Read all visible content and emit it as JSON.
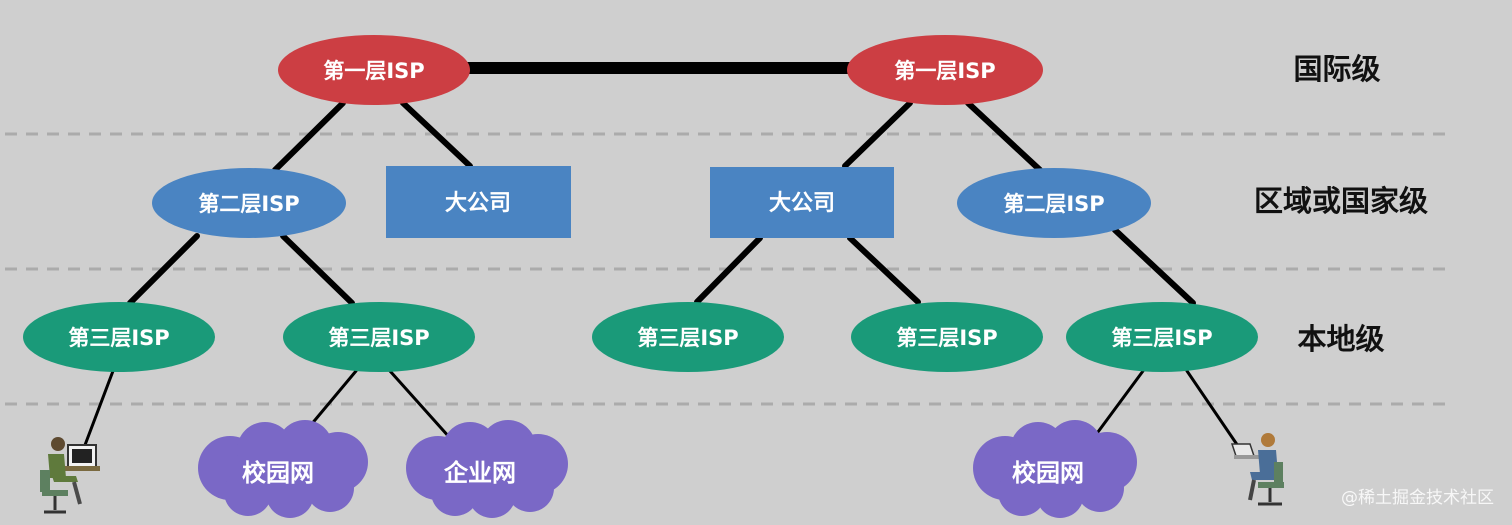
{
  "colors": {
    "background": "#cfcfcf",
    "tier1": "#cc3e43",
    "tier2": "#4a84c2",
    "company": "#4a84c2",
    "tier3": "#1a9a79",
    "cloud": "#7a68c6",
    "divider": "#ababab",
    "link": "#000000"
  },
  "levels": {
    "international": "国际级",
    "regional": "区域或国家级",
    "local": "本地级"
  },
  "nodes": {
    "tier1_left": "第一层ISP",
    "tier1_right": "第一层ISP",
    "tier2_left": "第二层ISP",
    "tier2_right": "第二层ISP",
    "company_left": "大公司",
    "company_right": "大公司",
    "tier3_1": "第三层ISP",
    "tier3_2": "第三层ISP",
    "tier3_3": "第三层ISP",
    "tier3_4": "第三层ISP",
    "tier3_5": "第三层ISP",
    "cloud_campus_left": "校园网",
    "cloud_enterprise": "企业网",
    "cloud_campus_right": "校园网"
  },
  "icons": {
    "user_left": "computer-user-icon",
    "user_right": "laptop-user-icon"
  },
  "watermark": "@稀土掘金技术社区"
}
